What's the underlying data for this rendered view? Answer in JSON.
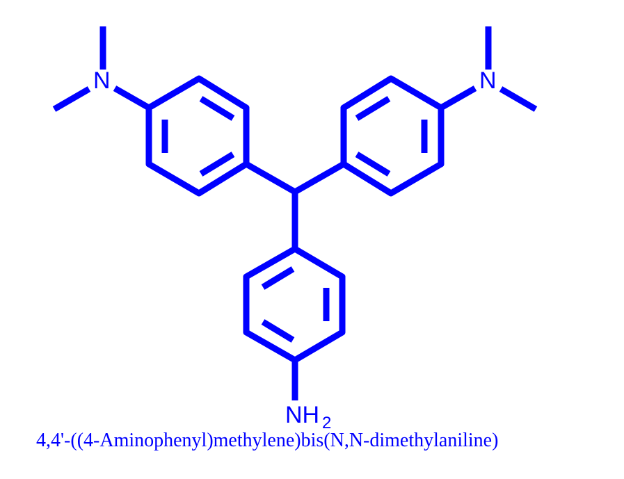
{
  "colors": {
    "structure": "#0000ff",
    "background": "#ffffff"
  },
  "atoms": {
    "n_left": "N",
    "n_right": "N",
    "nh2_main": "NH",
    "nh2_sub": "2"
  },
  "caption": "4,4'-((4-Aminophenyl)methylene)bis(N,N-dimethylaniline)"
}
